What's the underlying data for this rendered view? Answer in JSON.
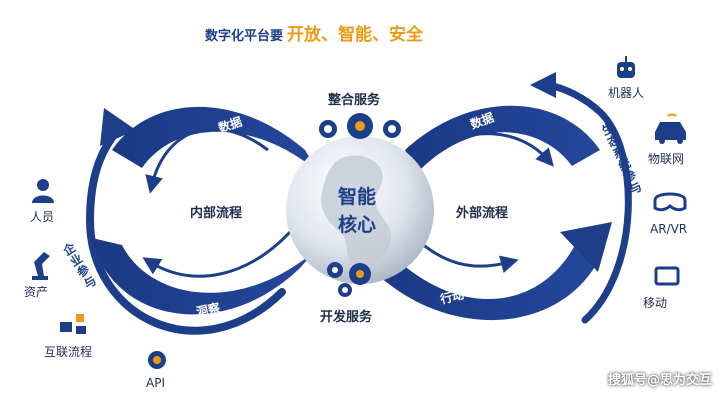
{
  "title": {
    "prefix": "数字化平台要",
    "highlight": "开放、智能、安全"
  },
  "center": {
    "line1": "智能",
    "line2": "核心"
  },
  "top_label": "整合服务",
  "bottom_label": "开发服务",
  "left_loop_label": "内部流程",
  "right_loop_label": "外部流程",
  "arc_labels": {
    "left_top": "数据",
    "left_bottom": "洞察",
    "right_top": "数据",
    "right_bottom": "行动"
  },
  "left_vertical": "企业参与",
  "right_vertical": "生态系统参与",
  "left_items": [
    {
      "label": "人员",
      "icon": "person-icon"
    },
    {
      "label": "资产",
      "icon": "robot-arm-icon"
    },
    {
      "label": "互联流程",
      "icon": "connected-process-icon"
    },
    {
      "label": "API",
      "icon": "api-gear-icon"
    }
  ],
  "right_items": [
    {
      "label": "机器人",
      "icon": "robot-icon"
    },
    {
      "label": "物联网",
      "icon": "connected-car-icon"
    },
    {
      "label": "AR/VR",
      "icon": "vr-goggles-icon"
    },
    {
      "label": "移动",
      "icon": "tablet-icon"
    }
  ],
  "watermark": "搜狐号@思为交互",
  "colors": {
    "navy": "#1d3f8a",
    "orange": "#e99c16",
    "text": "#1f2d4d"
  }
}
